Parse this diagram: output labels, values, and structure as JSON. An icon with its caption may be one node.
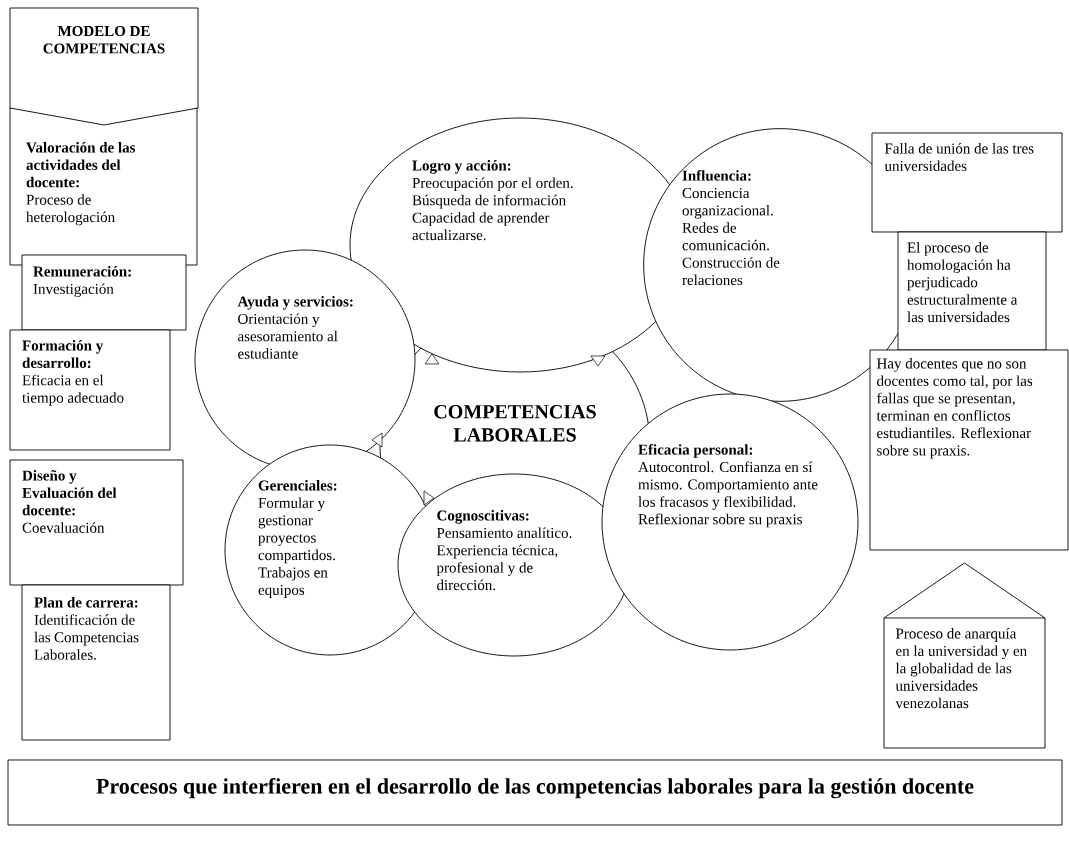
{
  "diagram": {
    "nodes": [
      {
        "text": [
          "MODELO DE COMPETENCIAS"
        ]
      },
      {
        "text": [
          "Valoración de las actividades del docente:",
          "Proceso de heterologación"
        ]
      },
      {
        "text": [
          "Remuneración:",
          "Investigación"
        ]
      },
      {
        "text": [
          "Formación y desarrollo:",
          "Eficacia en el tiempo adecuado"
        ]
      },
      {
        "text": [
          "Diseño y Evaluación del docente:",
          "Coevaluación"
        ]
      },
      {
        "text": [
          "Plan de carrera:",
          "Identificación de las Competencias Laborales."
        ]
      },
      {
        "text": [
          "Logro y acción:",
          "Preocupación por el orden. Búsqueda de información Capacidad de aprender actualizarse."
        ]
      },
      {
        "text": [
          "Ayuda y servicios:",
          "Orientación y asesoramiento al estudiante"
        ]
      },
      {
        "text": [
          "Influencia:",
          "Conciencia organizacional. Redes de comunicación. Construcción de relaciones"
        ]
      },
      {
        "text": [
          "COMPETENCIAS LABORALES"
        ]
      },
      {
        "text": [
          "Eficacia personal:",
          "Autocontrol. Confianza en sí mismo. Comportamiento ante los fracasos y flexibilidad. Reflexionar sobre su praxis"
        ]
      },
      {
        "text": [
          "Gerenciales:",
          "Formular y gestionar proyectos compartidos. Trabajos en equipos"
        ]
      },
      {
        "text": [
          "Cognoscitivas:",
          "Pensamiento analítico. Experiencia técnica, profesional y de dirección."
        ]
      },
      {
        "text": [
          "Falla de unión de las tres universidades"
        ]
      },
      {
        "text": [
          "El proceso de homologación ha perjudicado estructuralmente a las universidades"
        ]
      },
      {
        "text": [
          "Hay docentes que no son docentes como tal, por las fallas que se presentan, terminan en conflictos estudiantiles. Reflexionar sobre su praxis."
        ]
      },
      {
        "text": [
          "Proceso de anarquía en la universidad y en la globalidad de las universidades venezolanas"
        ]
      },
      {
        "text": [
          "Procesos que interfieren en el desarrollo de las competencias laborales para la gestión docente"
        ]
      }
    ]
  }
}
